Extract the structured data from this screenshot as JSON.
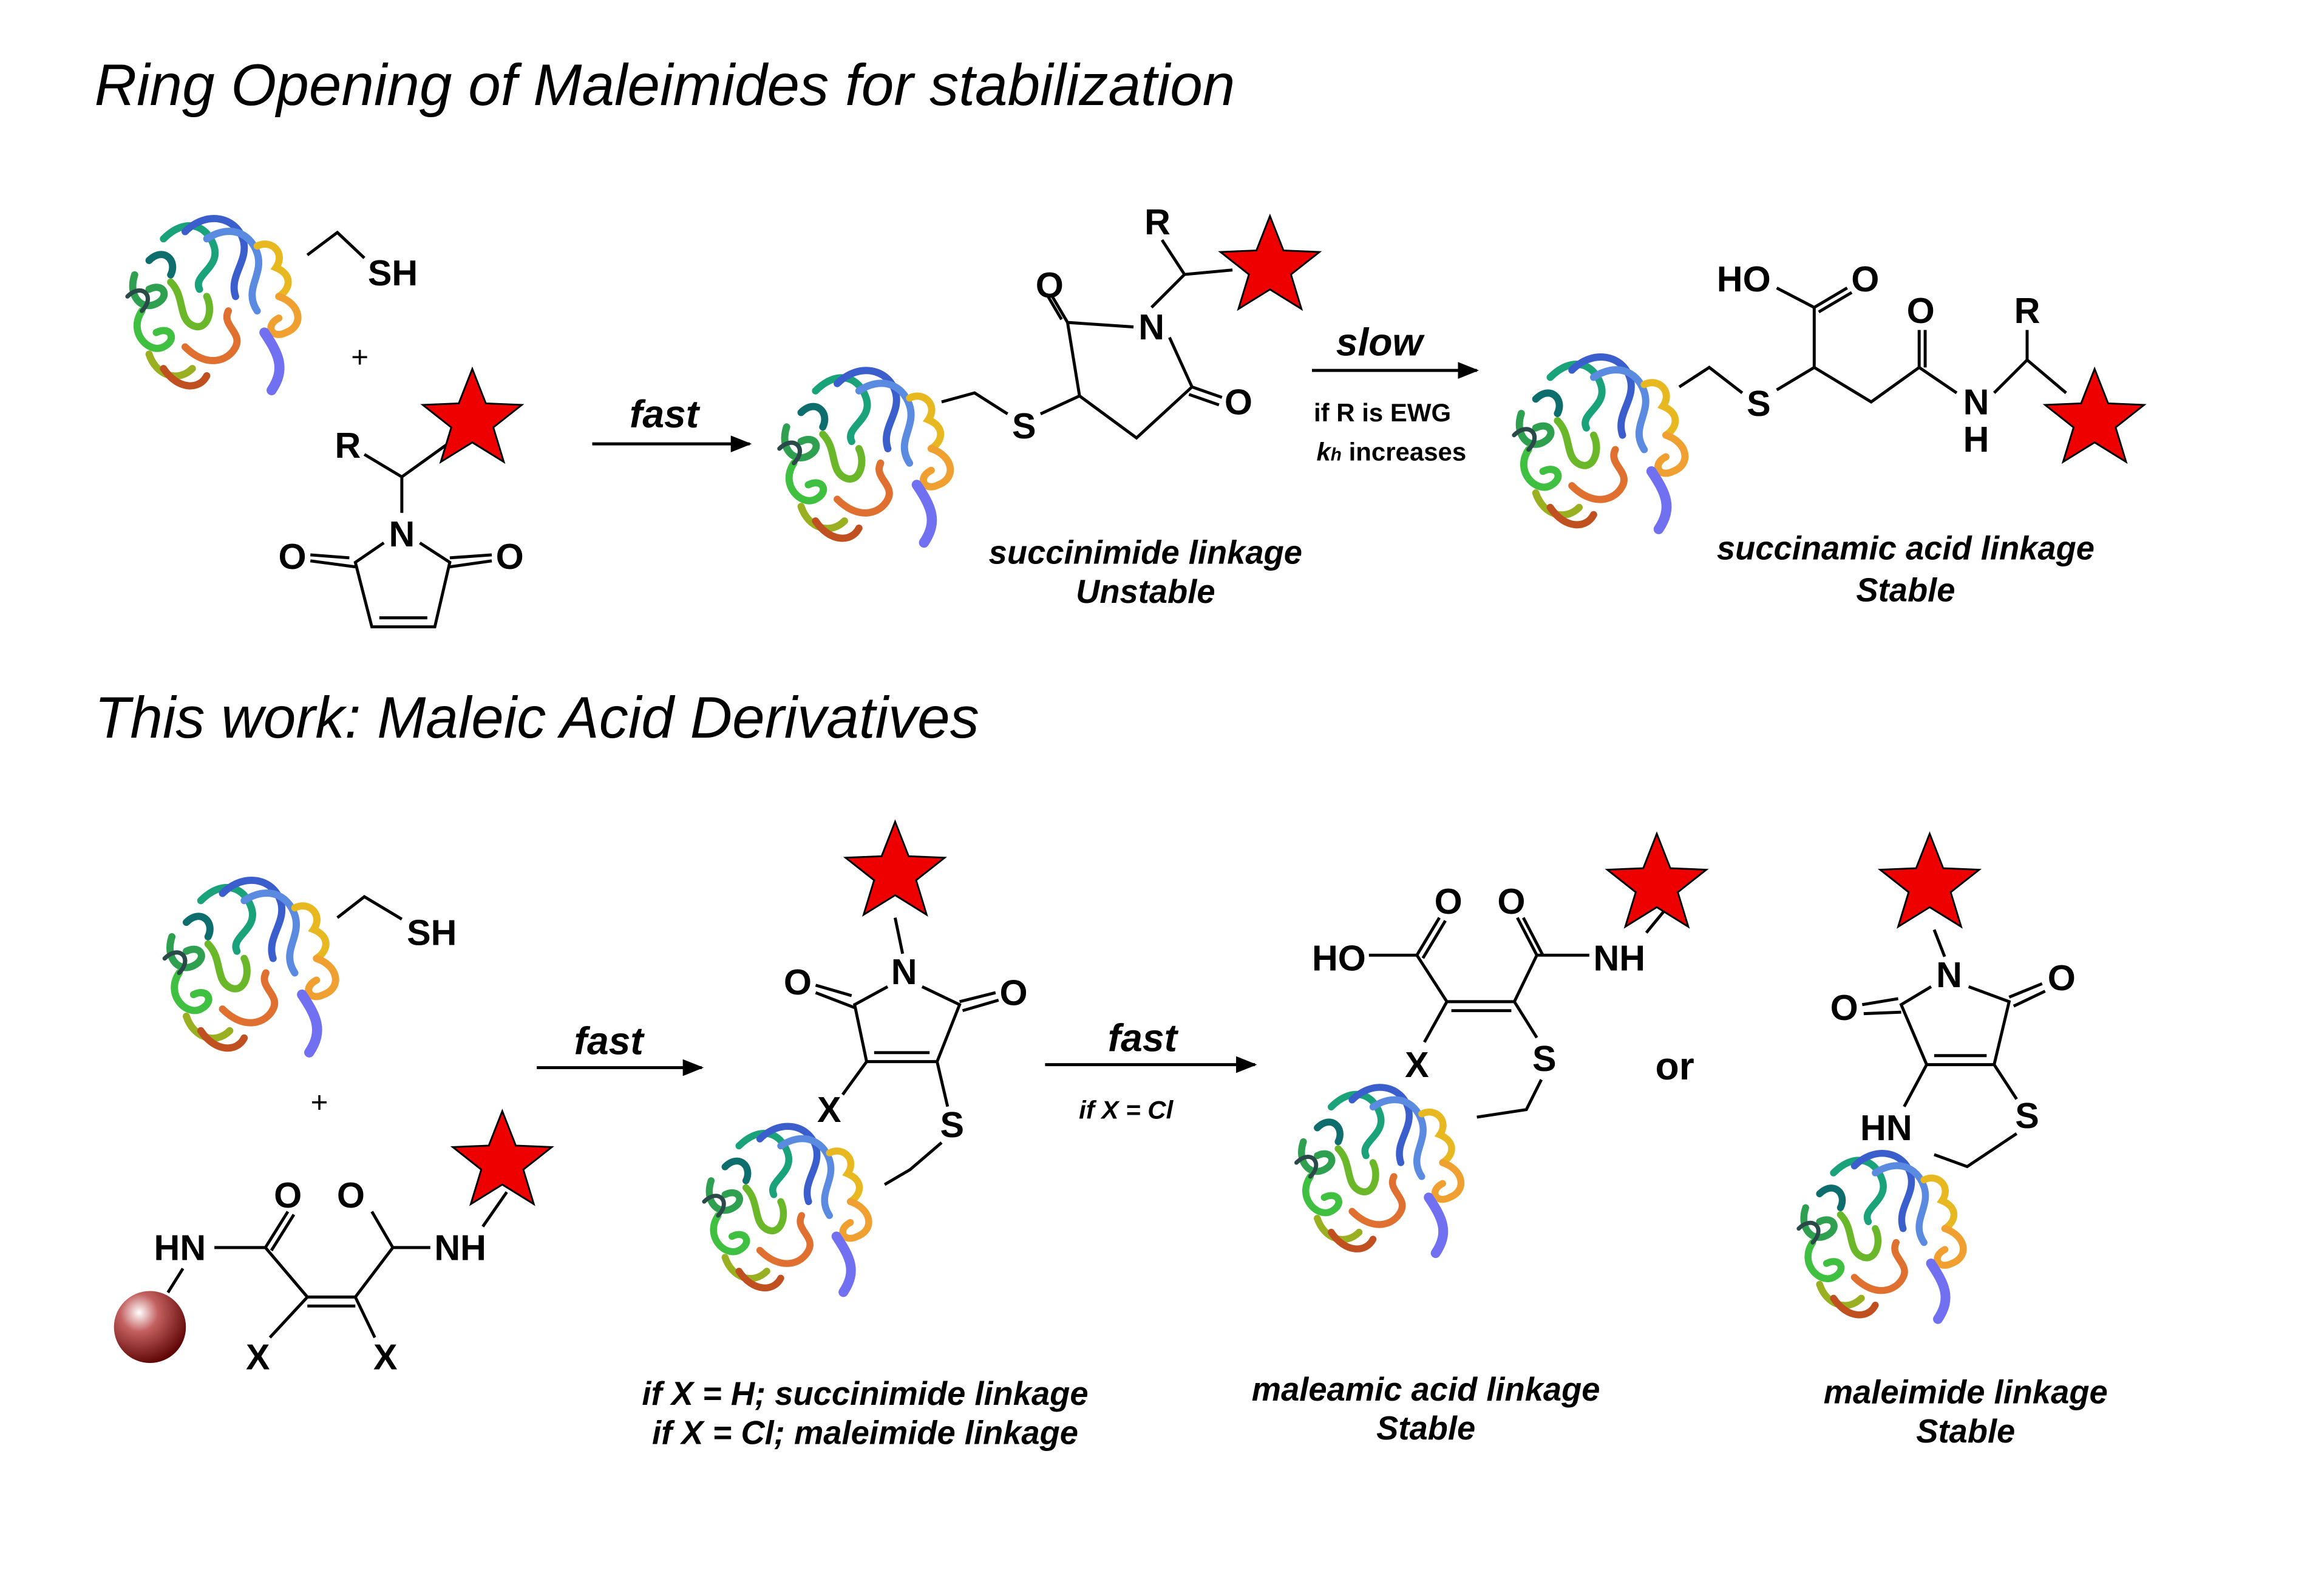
{
  "titles": {
    "top": "Ring Opening of Maleimides for stabilization",
    "bottom": "This work: Maleic Acid Derivatives"
  },
  "atoms": {
    "O": "O",
    "N": "N",
    "S": "S",
    "SH": "SH",
    "HO": "HO",
    "NH": "NH",
    "HN": "HN",
    "H": "H",
    "R": "R",
    "X": "X",
    "plus": "+"
  },
  "arrows": {
    "top_fast": "fast",
    "top_slow": "slow",
    "top_slow_note1": "if R is EWG",
    "top_slow_note2_k": "k",
    "top_slow_note2_sub": "h",
    "top_slow_note2_rest": " increases",
    "bottom_fast1": "fast",
    "bottom_fast2": "fast",
    "bottom_fast2_note": "if X = Cl"
  },
  "labels": {
    "succinimide": "succinimide linkage",
    "unstable": "Unstable",
    "succinamic": "succinamic acid linkage",
    "stable": "Stable",
    "ifH": "if X = H; succinimide linkage",
    "ifCl": "if X = Cl; maleimide linkage",
    "maleamic": "maleamic acid linkage",
    "maleimide": "maleimide linkage",
    "or": "or"
  },
  "colors": {
    "star": "#ee0000",
    "bead": "#8b1010"
  }
}
